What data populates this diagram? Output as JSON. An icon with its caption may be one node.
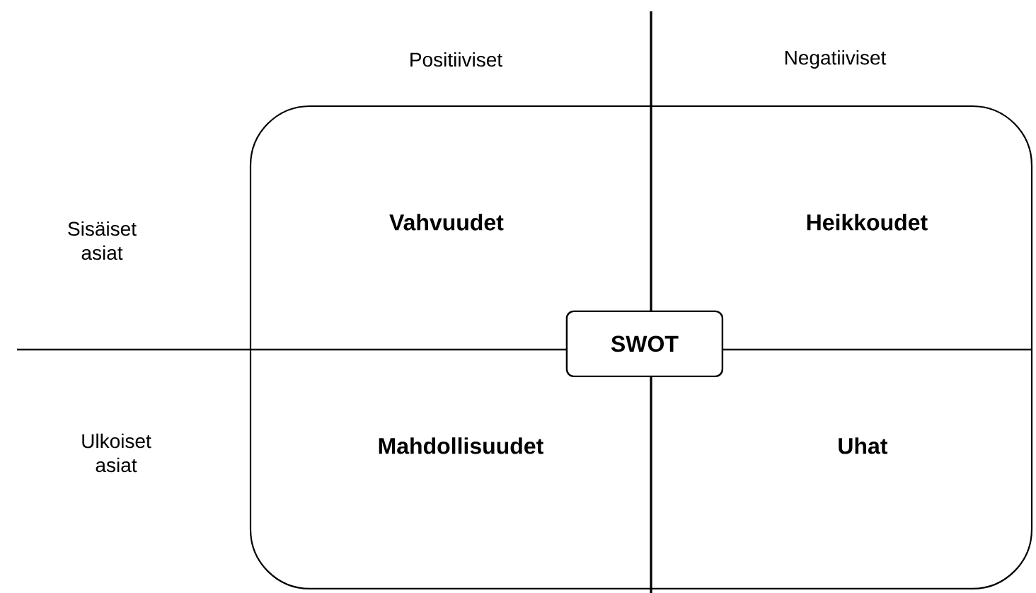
{
  "diagram": {
    "nodes": [
      {
        "text": [],
        "shape": "box"
      },
      {
        "text": [
          "Vahvuudet"
        ],
        "in": 0
      },
      {
        "text": [
          "Heikkoudet"
        ],
        "in": 0
      },
      {
        "text": [
          "Mahdollisuudet"
        ],
        "in": 0
      },
      {
        "text": [
          "Uhat"
        ],
        "in": 0
      },
      {
        "text": [
          "SWOT"
        ],
        "in": 0
      }
    ],
    "edges": [],
    "labels": [
      "Positiiviset",
      "Negatiiviset",
      "Sisäiset asiat",
      "Ulkoiset asiat"
    ]
  }
}
